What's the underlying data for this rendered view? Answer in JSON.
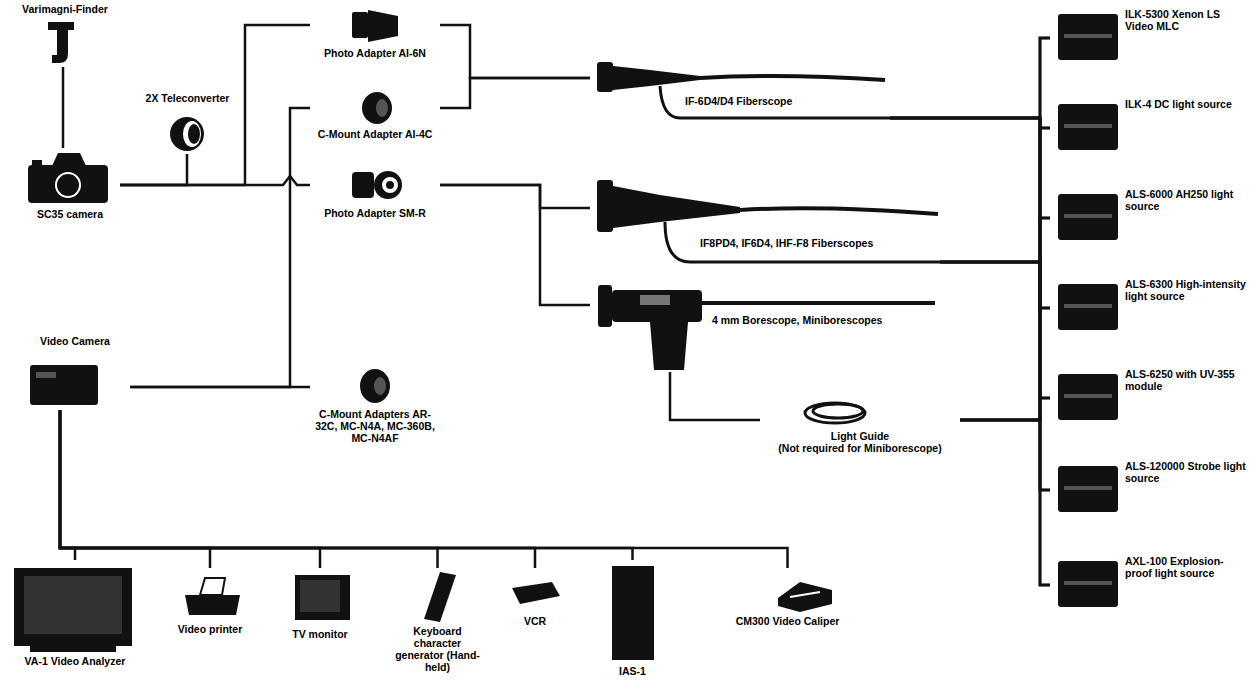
{
  "diagram": {
    "nodes": [
      {
        "text": [
          "Varimagni-Finder"
        ]
      },
      {
        "text": [
          "2X Teleconverter"
        ]
      },
      {
        "text": [
          "SC35 camera"
        ]
      },
      {
        "text": [
          "Photo Adapter AI-6N"
        ]
      },
      {
        "text": [
          "C-Mount Adapter AI-4C"
        ]
      },
      {
        "text": [
          "Photo Adapter SM-R"
        ]
      },
      {
        "text": [
          "C-Mount Adapters AR-32C, MC-N4A, MC-360B, MC-N4AF"
        ]
      },
      {
        "text": [
          "Video Camera"
        ]
      },
      {
        "text": [
          "IF-6D4/D4 Fiberscope"
        ]
      },
      {
        "text": [
          "IF8PD4, IF6D4, IHF-F8 Fiberscopes"
        ]
      },
      {
        "text": [
          "4 mm Borescope, Miniborescopes"
        ]
      },
      {
        "text": [
          "Light Guide",
          "(Not required for Miniborescope)"
        ]
      },
      {
        "text": [
          "ILK-5300 Xenon LS Video MLC"
        ]
      },
      {
        "text": [
          "ILK-4 DC light source"
        ]
      },
      {
        "text": [
          "ALS-6000 AH250 light source"
        ]
      },
      {
        "text": [
          "ALS-6300 High-intensity light source"
        ]
      },
      {
        "text": [
          "ALS-6250 with UV-355 module"
        ]
      },
      {
        "text": [
          "ALS-120000 Strobe light source"
        ]
      },
      {
        "text": [
          "AXL-100 Explosion-proof light source"
        ]
      },
      {
        "text": [
          "VA-1 Video Analyzer"
        ]
      },
      {
        "text": [
          "Video printer"
        ]
      },
      {
        "text": [
          "TV monitor"
        ]
      },
      {
        "text": [
          "Keyboard character generator (Hand-held)"
        ]
      },
      {
        "text": [
          "VCR"
        ]
      },
      {
        "text": [
          "IAS-1"
        ]
      },
      {
        "text": [
          "CM300 Video Caliper"
        ]
      }
    ],
    "edges": [
      {
        "from": 0,
        "to": 2,
        "arrow": "none"
      },
      {
        "from": 1,
        "to": 2,
        "arrow": "none"
      },
      {
        "from": 2,
        "to": 3,
        "arrow": "none"
      },
      {
        "from": 2,
        "to": 5,
        "arrow": "none"
      },
      {
        "from": 7,
        "to": 4,
        "arrow": "none"
      },
      {
        "from": 7,
        "to": 6,
        "arrow": "none"
      },
      {
        "from": 3,
        "to": 8,
        "arrow": "none"
      },
      {
        "from": 4,
        "to": 8,
        "arrow": "none"
      },
      {
        "from": 5,
        "to": 9,
        "arrow": "none"
      },
      {
        "from": 5,
        "to": 10,
        "arrow": "none"
      },
      {
        "from": 10,
        "to": 11,
        "arrow": "none"
      },
      {
        "from": 8,
        "to": 12,
        "arrow": "none"
      },
      {
        "from": 8,
        "to": 13,
        "arrow": "none"
      },
      {
        "from": 8,
        "to": 14,
        "arrow": "none"
      },
      {
        "from": 8,
        "to": 15,
        "arrow": "none"
      },
      {
        "from": 8,
        "to": 16,
        "arrow": "none"
      },
      {
        "from": 8,
        "to": 17,
        "arrow": "none"
      },
      {
        "from": 8,
        "to": 18,
        "arrow": "none"
      },
      {
        "from": 9,
        "to": 12,
        "arrow": "none"
      },
      {
        "from": 9,
        "to": 13,
        "arrow": "none"
      },
      {
        "from": 9,
        "to": 14,
        "arrow": "none"
      },
      {
        "from": 9,
        "to": 15,
        "arrow": "none"
      },
      {
        "from": 9,
        "to": 16,
        "arrow": "none"
      },
      {
        "from": 9,
        "to": 17,
        "arrow": "none"
      },
      {
        "from": 9,
        "to": 18,
        "arrow": "none"
      },
      {
        "from": 11,
        "to": 12,
        "arrow": "none"
      },
      {
        "from": 11,
        "to": 13,
        "arrow": "none"
      },
      {
        "from": 11,
        "to": 14,
        "arrow": "none"
      },
      {
        "from": 11,
        "to": 15,
        "arrow": "none"
      },
      {
        "from": 11,
        "to": 16,
        "arrow": "none"
      },
      {
        "from": 11,
        "to": 17,
        "arrow": "none"
      },
      {
        "from": 11,
        "to": 18,
        "arrow": "none"
      },
      {
        "from": 7,
        "to": 19,
        "arrow": "none"
      },
      {
        "from": 7,
        "to": 20,
        "arrow": "none"
      },
      {
        "from": 7,
        "to": 21,
        "arrow": "none"
      },
      {
        "from": 7,
        "to": 22,
        "arrow": "none"
      },
      {
        "from": 7,
        "to": 23,
        "arrow": "none"
      },
      {
        "from": 7,
        "to": 24,
        "arrow": "none"
      },
      {
        "from": 7,
        "to": 25,
        "arrow": "none"
      }
    ]
  }
}
